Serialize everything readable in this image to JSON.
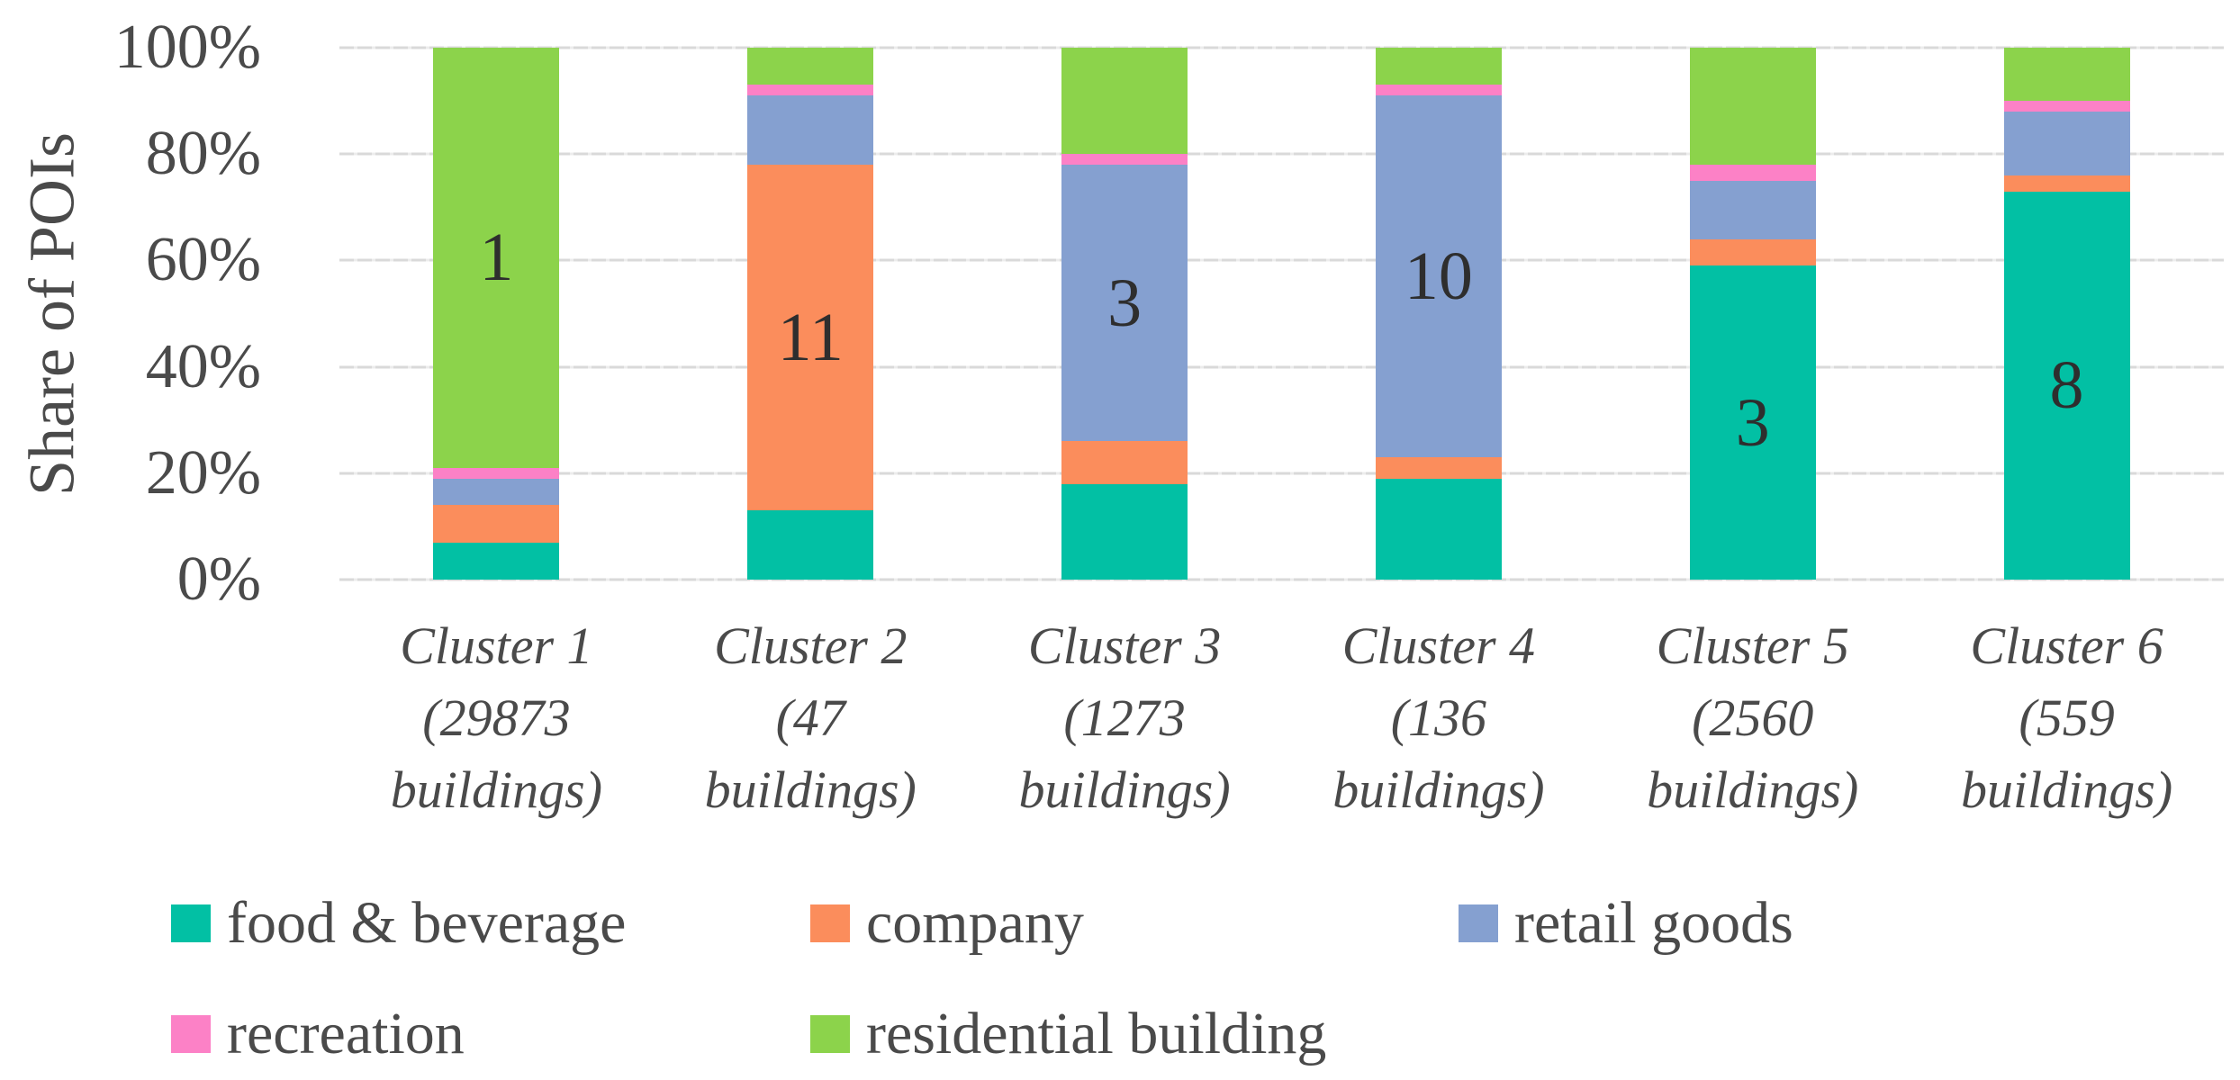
{
  "chart_data": {
    "type": "bar",
    "stacked": true,
    "orientation": "vertical",
    "title": "",
    "xlabel": "",
    "ylabel": "Share of POIs",
    "ylim": [
      0,
      100
    ],
    "y_ticks": [
      "100%",
      "80%",
      "60%",
      "40%",
      "20%",
      "0%"
    ],
    "grid": true,
    "legend_position": "bottom",
    "categories": [
      {
        "id": "cluster-1",
        "lines": [
          "Cluster 1",
          "(29873",
          "buildings)"
        ]
      },
      {
        "id": "cluster-2",
        "lines": [
          "Cluster 2",
          "(47",
          "buildings)"
        ]
      },
      {
        "id": "cluster-3",
        "lines": [
          "Cluster 3",
          "(1273",
          "buildings)"
        ]
      },
      {
        "id": "cluster-4",
        "lines": [
          "Cluster 4",
          "(136",
          "buildings)"
        ]
      },
      {
        "id": "cluster-5",
        "lines": [
          "Cluster 5",
          "(2560",
          "buildings)"
        ]
      },
      {
        "id": "cluster-6",
        "lines": [
          "Cluster 6",
          "(559",
          "buildings)"
        ]
      }
    ],
    "series": [
      {
        "name": "food & beverage",
        "color": "#02C0A4",
        "values": [
          7,
          13,
          18,
          19,
          59,
          73
        ]
      },
      {
        "name": "company",
        "color": "#FB8D5C",
        "values": [
          7,
          65,
          8,
          4,
          5,
          3
        ]
      },
      {
        "name": "retail goods",
        "color": "#85A0D0",
        "values": [
          5,
          13,
          52,
          68,
          11,
          12
        ]
      },
      {
        "name": "recreation",
        "color": "#FC81C6",
        "values": [
          2,
          2,
          2,
          2,
          3,
          2
        ]
      },
      {
        "name": "residential building",
        "color": "#8CD34B",
        "values": [
          79,
          7,
          20,
          7,
          22,
          10
        ]
      }
    ],
    "bar_labels": [
      {
        "text": "1",
        "segment": "residential building"
      },
      {
        "text": "11",
        "segment": "company"
      },
      {
        "text": "3",
        "segment": "retail goods"
      },
      {
        "text": "10",
        "segment": "retail goods"
      },
      {
        "text": "3",
        "segment": "food & beverage"
      },
      {
        "text": "8",
        "segment": "food & beverage"
      }
    ]
  }
}
